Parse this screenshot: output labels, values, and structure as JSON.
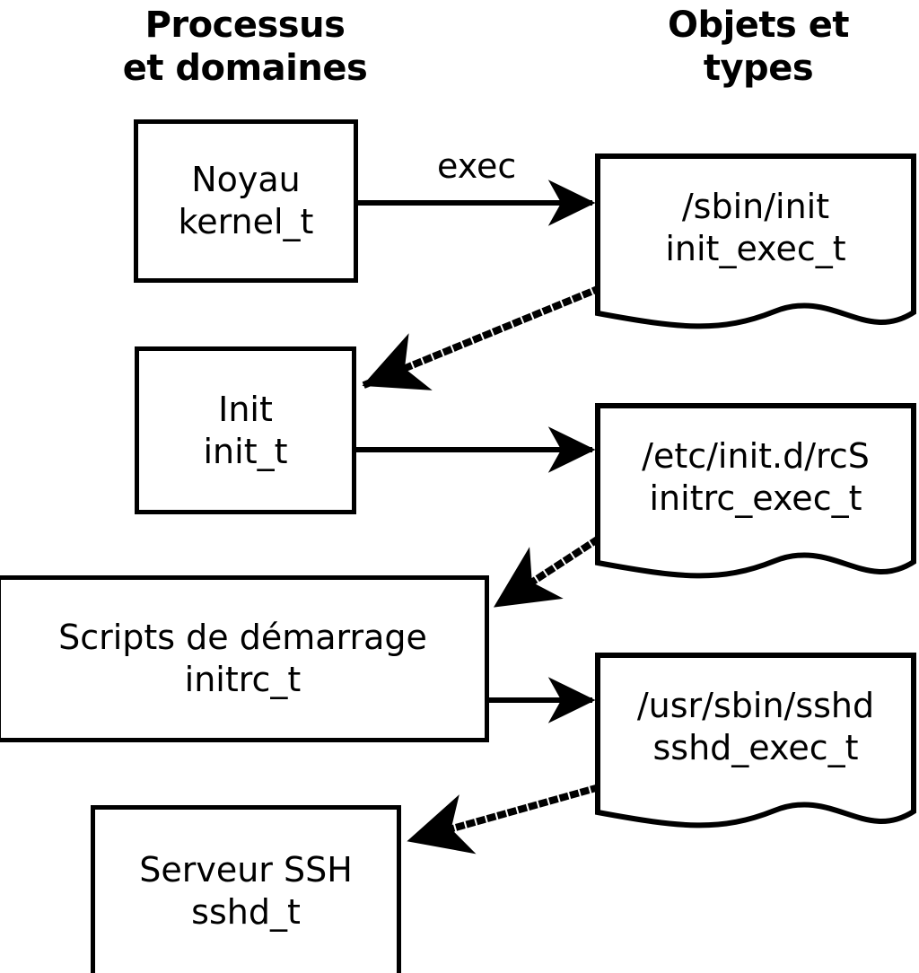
{
  "diagram": {
    "title_left": "Processus\net domaines",
    "title_right": "Objets et\ntypes",
    "stroke_color": "#000000",
    "fill_color": "#ffffff",
    "edge_labels": {
      "exec": "exec"
    },
    "process_nodes": [
      {
        "line1": "Noyau",
        "line2": "kernel_t"
      },
      {
        "line1": "Init",
        "line2": "init_t"
      },
      {
        "line1": "Scripts de démarrage",
        "line2": "initrc_t"
      },
      {
        "line1": "Serveur SSH",
        "line2": "sshd_t"
      }
    ],
    "object_nodes": [
      {
        "line1": "/sbin/init",
        "line2": "init_exec_t"
      },
      {
        "line1": "/etc/init.d/rcS",
        "line2": "initrc_exec_t"
      },
      {
        "line1": "/usr/sbin/sshd",
        "line2": "sshd_exec_t"
      }
    ],
    "edges": [
      {
        "from": "kernel_t",
        "to": "init_exec_t",
        "style": "solid",
        "label": "exec"
      },
      {
        "from": "init_exec_t",
        "to": "init_t",
        "style": "dotted",
        "label": ""
      },
      {
        "from": "init_t",
        "to": "initrc_exec_t",
        "style": "solid",
        "label": ""
      },
      {
        "from": "initrc_exec_t",
        "to": "initrc_t",
        "style": "dotted",
        "label": ""
      },
      {
        "from": "initrc_t",
        "to": "sshd_exec_t",
        "style": "solid",
        "label": ""
      },
      {
        "from": "sshd_exec_t",
        "to": "sshd_t",
        "style": "dotted",
        "label": ""
      }
    ]
  }
}
